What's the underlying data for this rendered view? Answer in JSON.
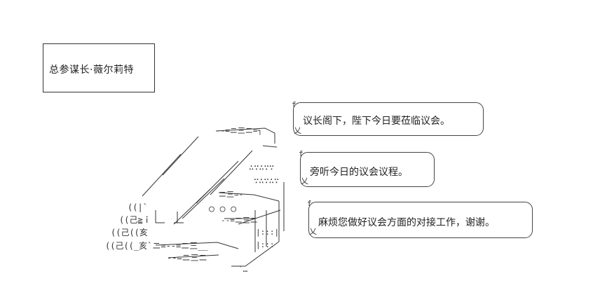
{
  "caption": {
    "name_label": "总参谋长·薇尔莉特"
  },
  "dialogue": [
    {
      "text": "议长阁下，陛下今日要莅临议会。"
    },
    {
      "text": "旁听今日的议会议程。"
    },
    {
      "text": "麻烦您做好议会方面的对接工作，谢谢。"
    }
  ],
  "art": {
    "line_color": "#333333",
    "figure": "ascii-art-book-stack-with-hands"
  }
}
